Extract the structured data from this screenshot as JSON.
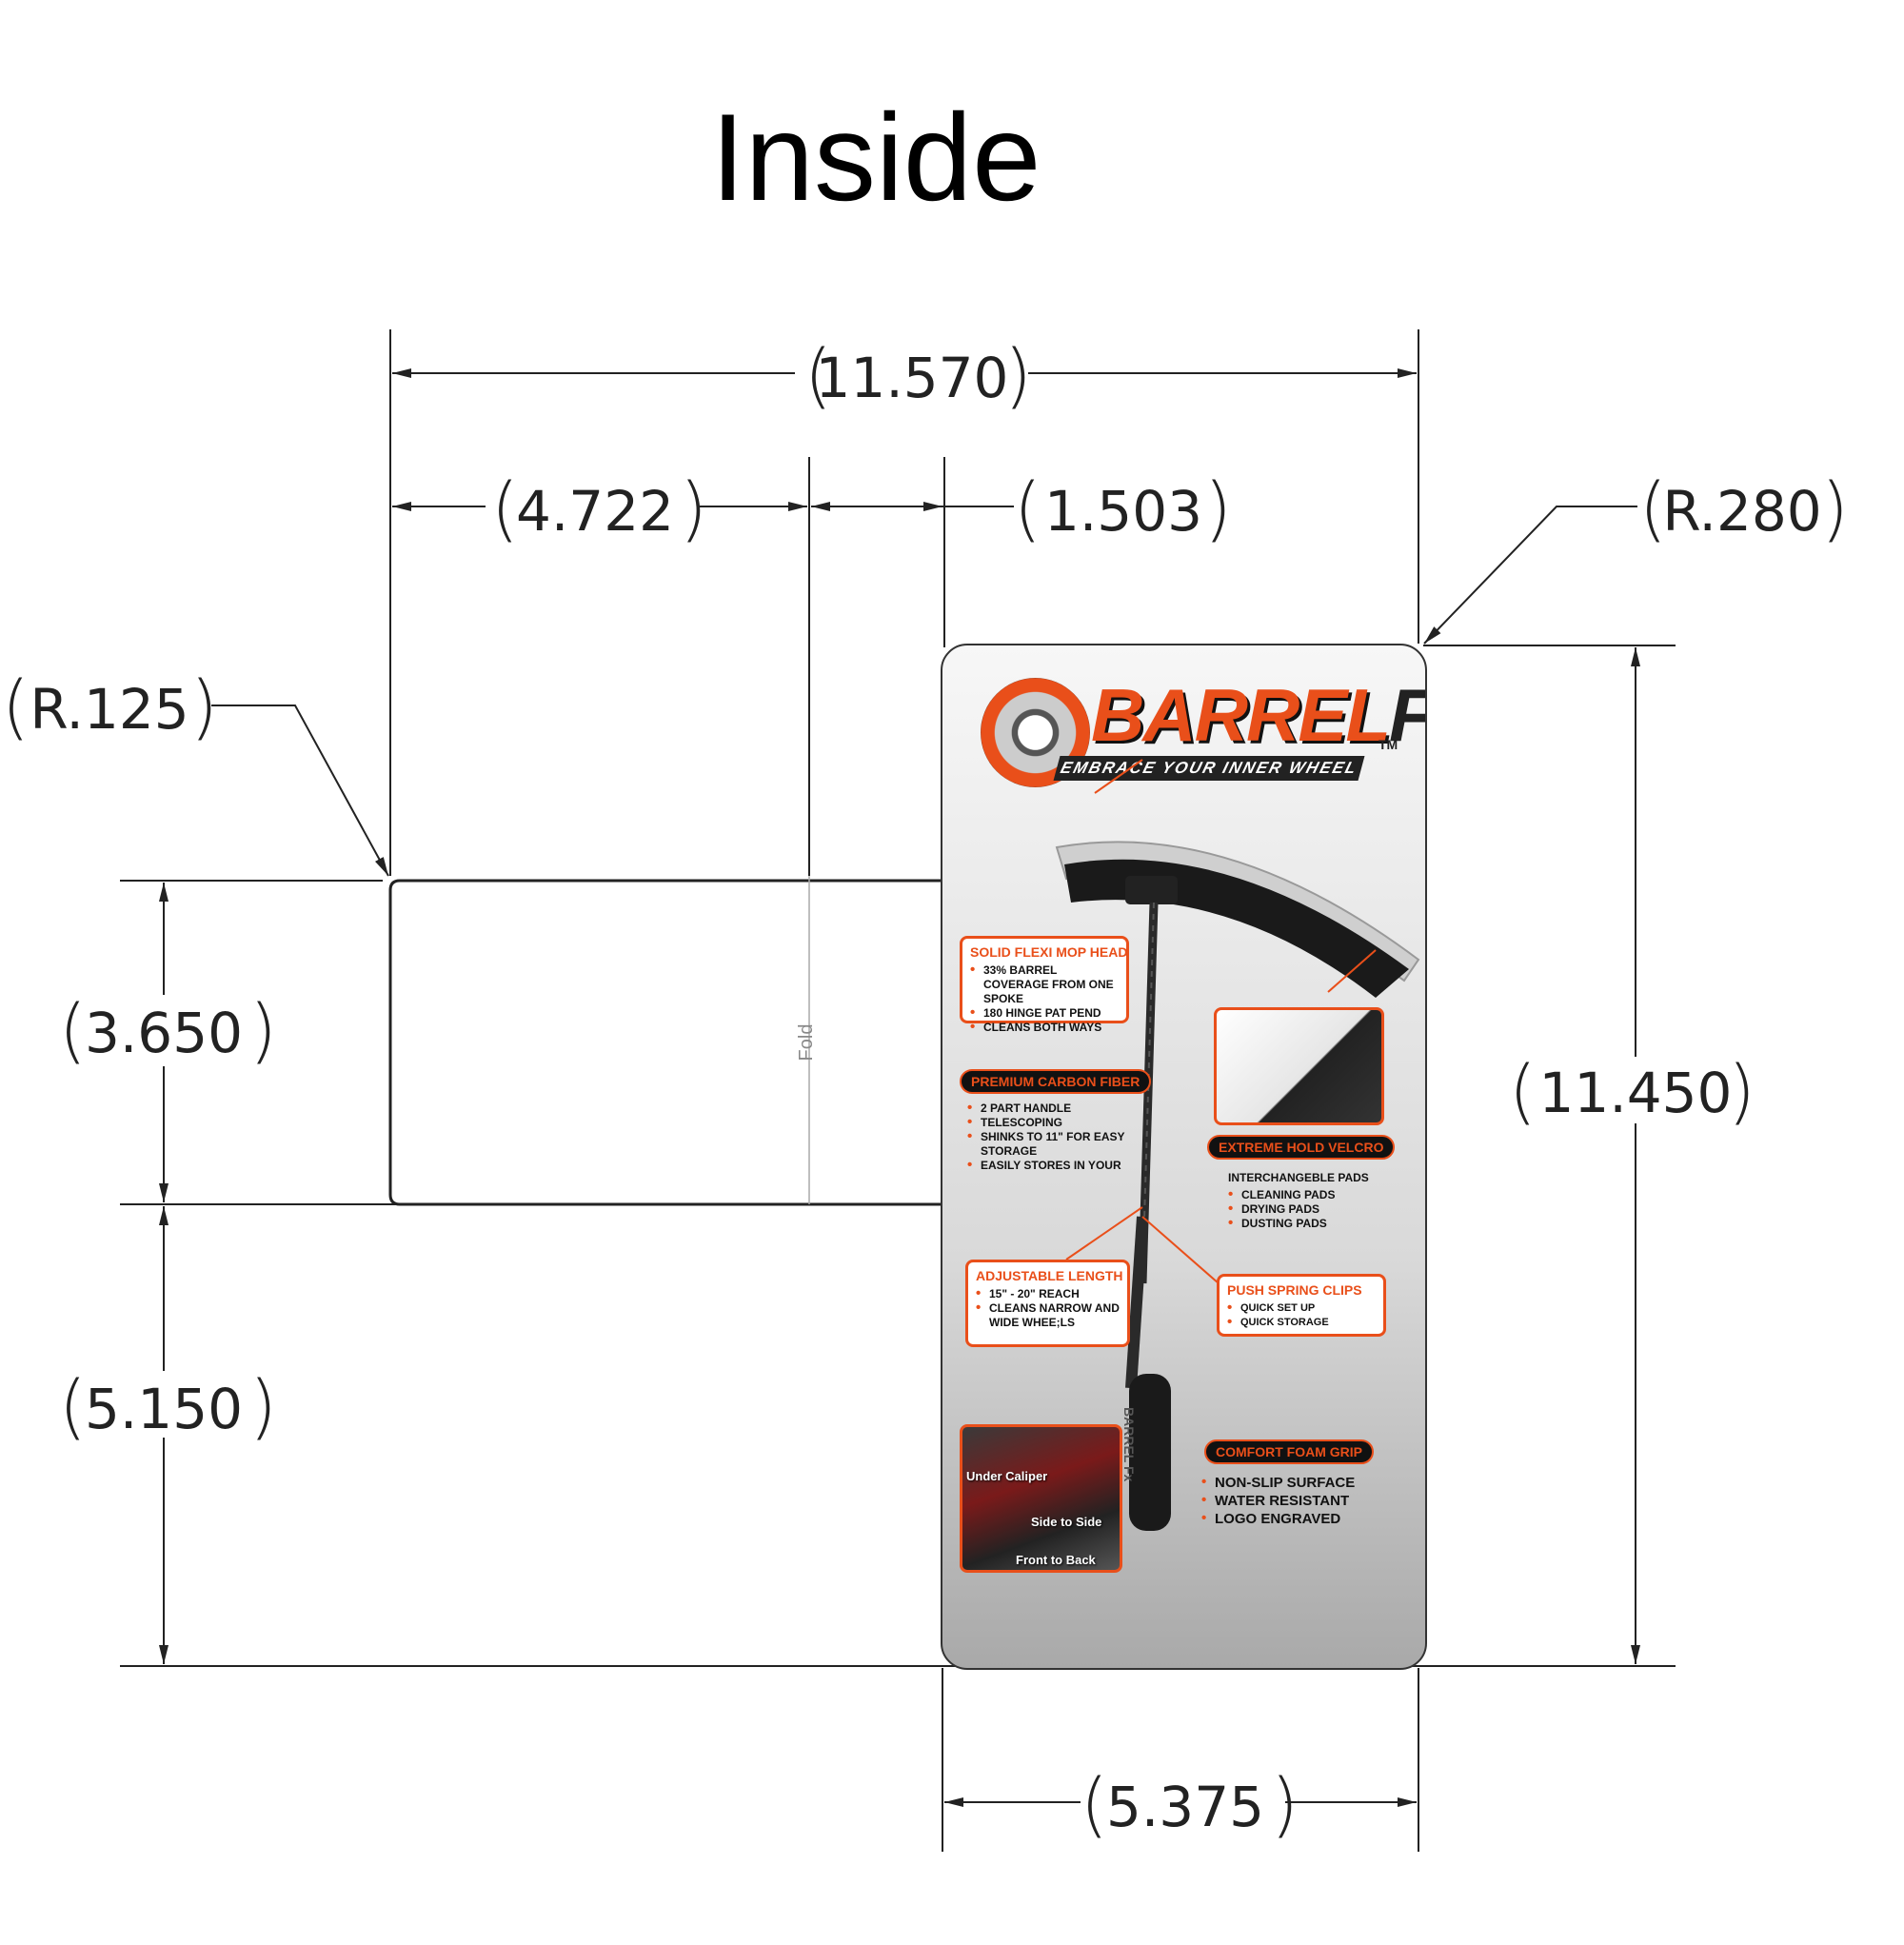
{
  "title": "Inside",
  "dimensions": {
    "total_width": "11.570",
    "left_panel_width": "4.722",
    "fold_gap": "1.503",
    "corner_radius_outer": "R.280",
    "corner_radius_inner": "R.125",
    "flap_height": "3.650",
    "lower_height": "5.150",
    "card_height": "11.450",
    "card_width": "5.375"
  },
  "fold_label": "Fold",
  "card": {
    "brand": "BARREL",
    "brand_fx": "Fx",
    "tm": "TM",
    "tagline": "EMBRACE YOUR INNER WHEEL",
    "accent": "#e94f1a",
    "mop_head": {
      "title": "SOLID FLEXI MOP HEAD",
      "items": [
        "33% BARREL COVERAGE FROM ONE SPOKE",
        "180 HINGE PAT PEND",
        "CLEANS BOTH WAYS"
      ]
    },
    "carbon": {
      "title": "PREMIUM CARBON FIBER",
      "items": [
        "2 PART HANDLE",
        "TELESCOPING",
        "SHINKS TO 11\" FOR EASY STORAGE",
        "EASILY STORES IN YOUR"
      ]
    },
    "velcro": {
      "title": "EXTREME HOLD VELCRO",
      "heading": "INTERCHANGEBLE PADS",
      "items": [
        "CLEANING PADS",
        "DRYING PADS",
        "DUSTING PADS"
      ]
    },
    "length": {
      "title": "ADJUSTABLE LENGTH",
      "items": [
        "15\" - 20\" REACH",
        "CLEANS NARROW AND WIDE WHEE;LS"
      ]
    },
    "clips": {
      "title": "PUSH SPRING CLIPS",
      "items": [
        "QUICK SET UP",
        "QUICK STORAGE"
      ]
    },
    "grip": {
      "title": "COMFORT FOAM GRIP",
      "items": [
        "NON-SLIP SURFACE",
        "WATER RESISTANT",
        "LOGO ENGRAVED"
      ]
    },
    "photo_labels": [
      "Under Caliper",
      "Side to Side",
      "Front to Back"
    ],
    "grip_logo": "BARREL Fx"
  }
}
